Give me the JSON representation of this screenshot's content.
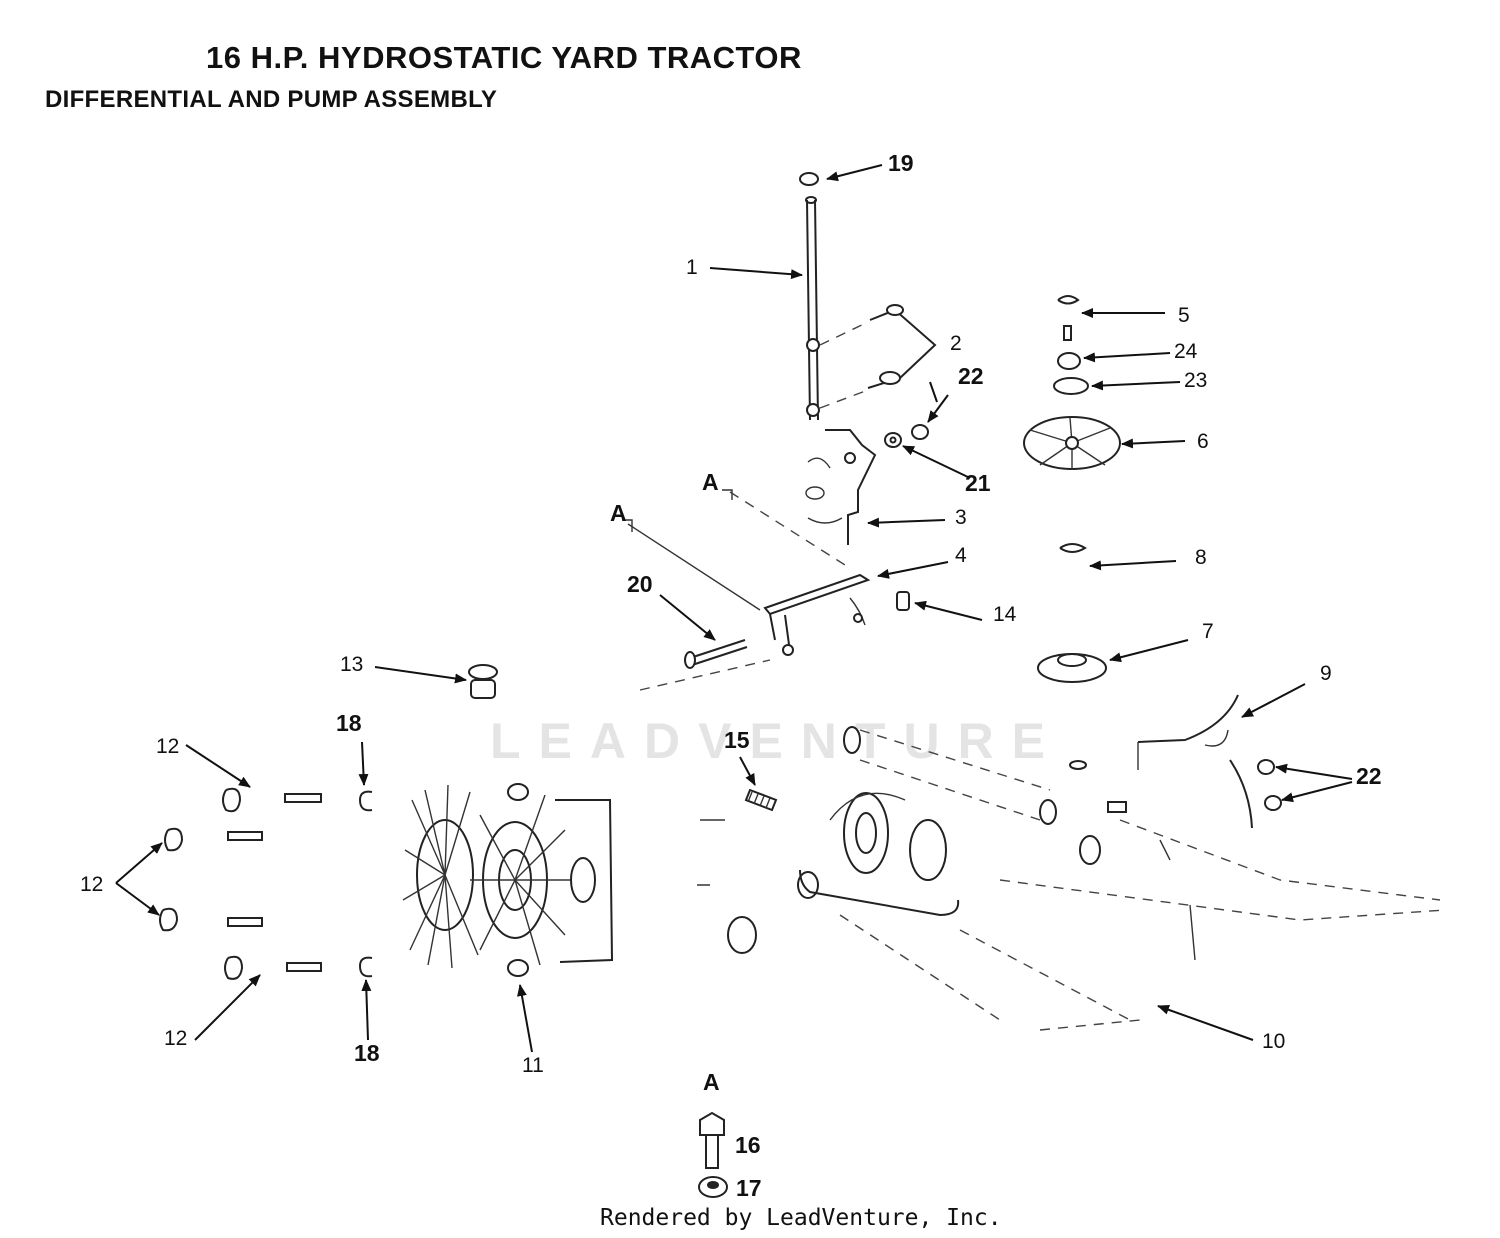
{
  "header": {
    "title": "16 H.P. HYDROSTATIC YARD TRACTOR",
    "subtitle": "DIFFERENTIAL AND PUMP ASSEMBLY"
  },
  "watermark": "LEADVENTURE",
  "footer": "Rendered by LeadVenture, Inc.",
  "callouts": {
    "c1": "1",
    "c2": "2",
    "c3": "3",
    "c4": "4",
    "c5": "5",
    "c6": "6",
    "c7": "7",
    "c8": "8",
    "c9": "9",
    "c10": "10",
    "c11": "11",
    "c12a": "12",
    "c12b": "12",
    "c12c": "12",
    "c13": "13",
    "c14": "14",
    "c15": "15",
    "c16": "16",
    "c17": "17",
    "c18a": "18",
    "c18b": "18",
    "c19": "19",
    "c20": "20",
    "c21": "21",
    "c22a": "22",
    "c22b": "22",
    "c23": "23",
    "c24": "24",
    "secA1": "A",
    "secA2": "A",
    "secA3": "A"
  }
}
